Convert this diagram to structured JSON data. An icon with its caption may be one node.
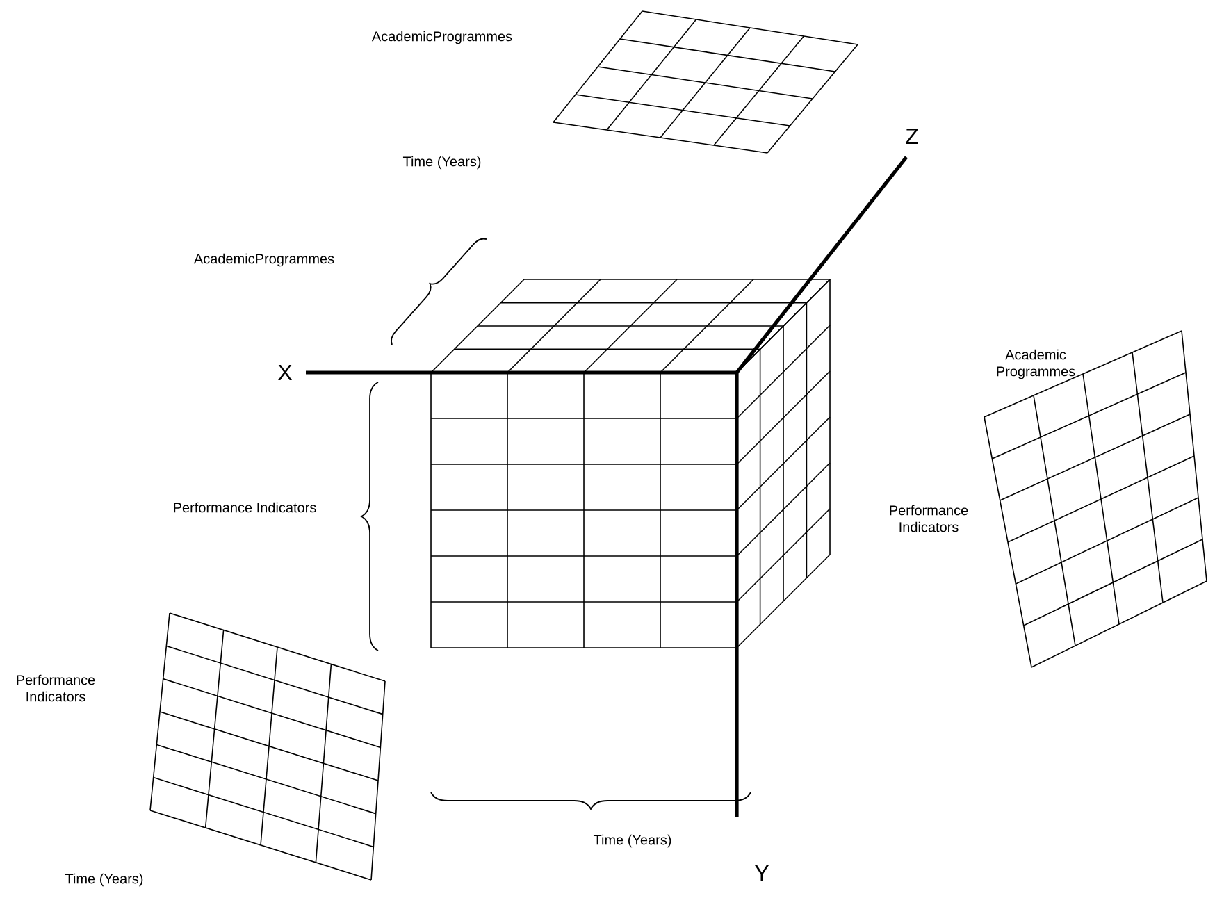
{
  "diagram": {
    "labels": [
      "AcademicProgrammes",
      "Time (Years)",
      "Z",
      "AcademicProgrammes",
      "Academic Programmes",
      "X",
      "Performance Indicators",
      "Performance Indicators",
      "Performance Indicators",
      "Time (Years)",
      "Y",
      "Time (Years)"
    ]
  }
}
